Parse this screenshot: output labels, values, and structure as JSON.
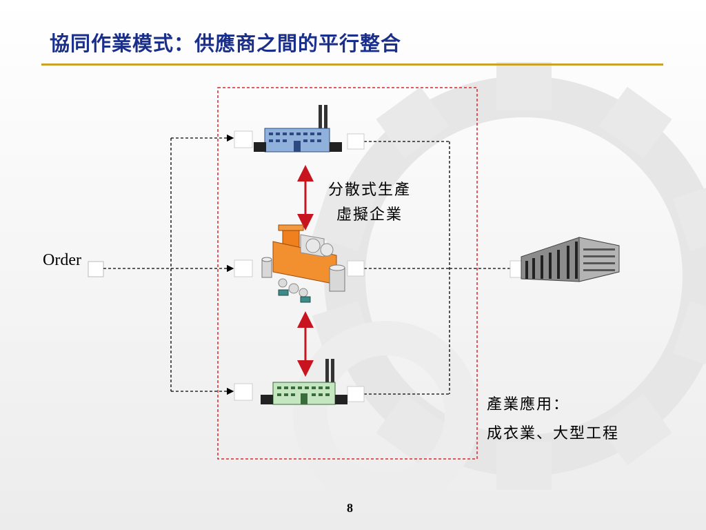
{
  "slide": {
    "title": "協同作業模式：供應商之間的平行整合",
    "page_number": "8"
  },
  "diagram": {
    "order_label": "Order",
    "virtual_enterprise_line1": "分散式生產",
    "virtual_enterprise_line2": "虛擬企業",
    "industry_heading": "產業應用：",
    "industry_examples": "成衣業、大型工程"
  },
  "icons": {
    "top_supplier": "blue-factory-icon",
    "middle_supplier": "orange-plant-icon",
    "bottom_supplier": "green-factory-icon",
    "destination": "gray-office-building-icon",
    "background": "gear-watermark"
  },
  "colors": {
    "title": "#1a2f8c",
    "title_rule": "#c9a22a",
    "boundary": "#d9262b",
    "two_way_arrow": "#c8141e",
    "dashed_flow": "#000000"
  }
}
